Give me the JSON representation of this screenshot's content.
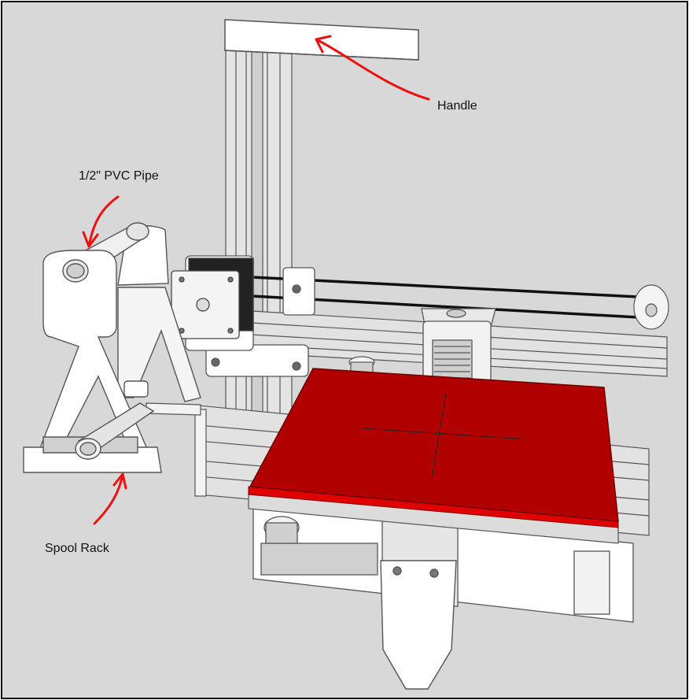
{
  "labels": {
    "handle": "Handle",
    "pvc_pipe": "1/2\" PVC Pipe",
    "spool_rack": "Spool Rack"
  },
  "colors": {
    "background": "#d8d8d8",
    "bed": "#b00000",
    "arrow": "#ee1111",
    "parts": "#ffffff",
    "extrusion": "#dcdcdc",
    "motor": "#222222"
  }
}
